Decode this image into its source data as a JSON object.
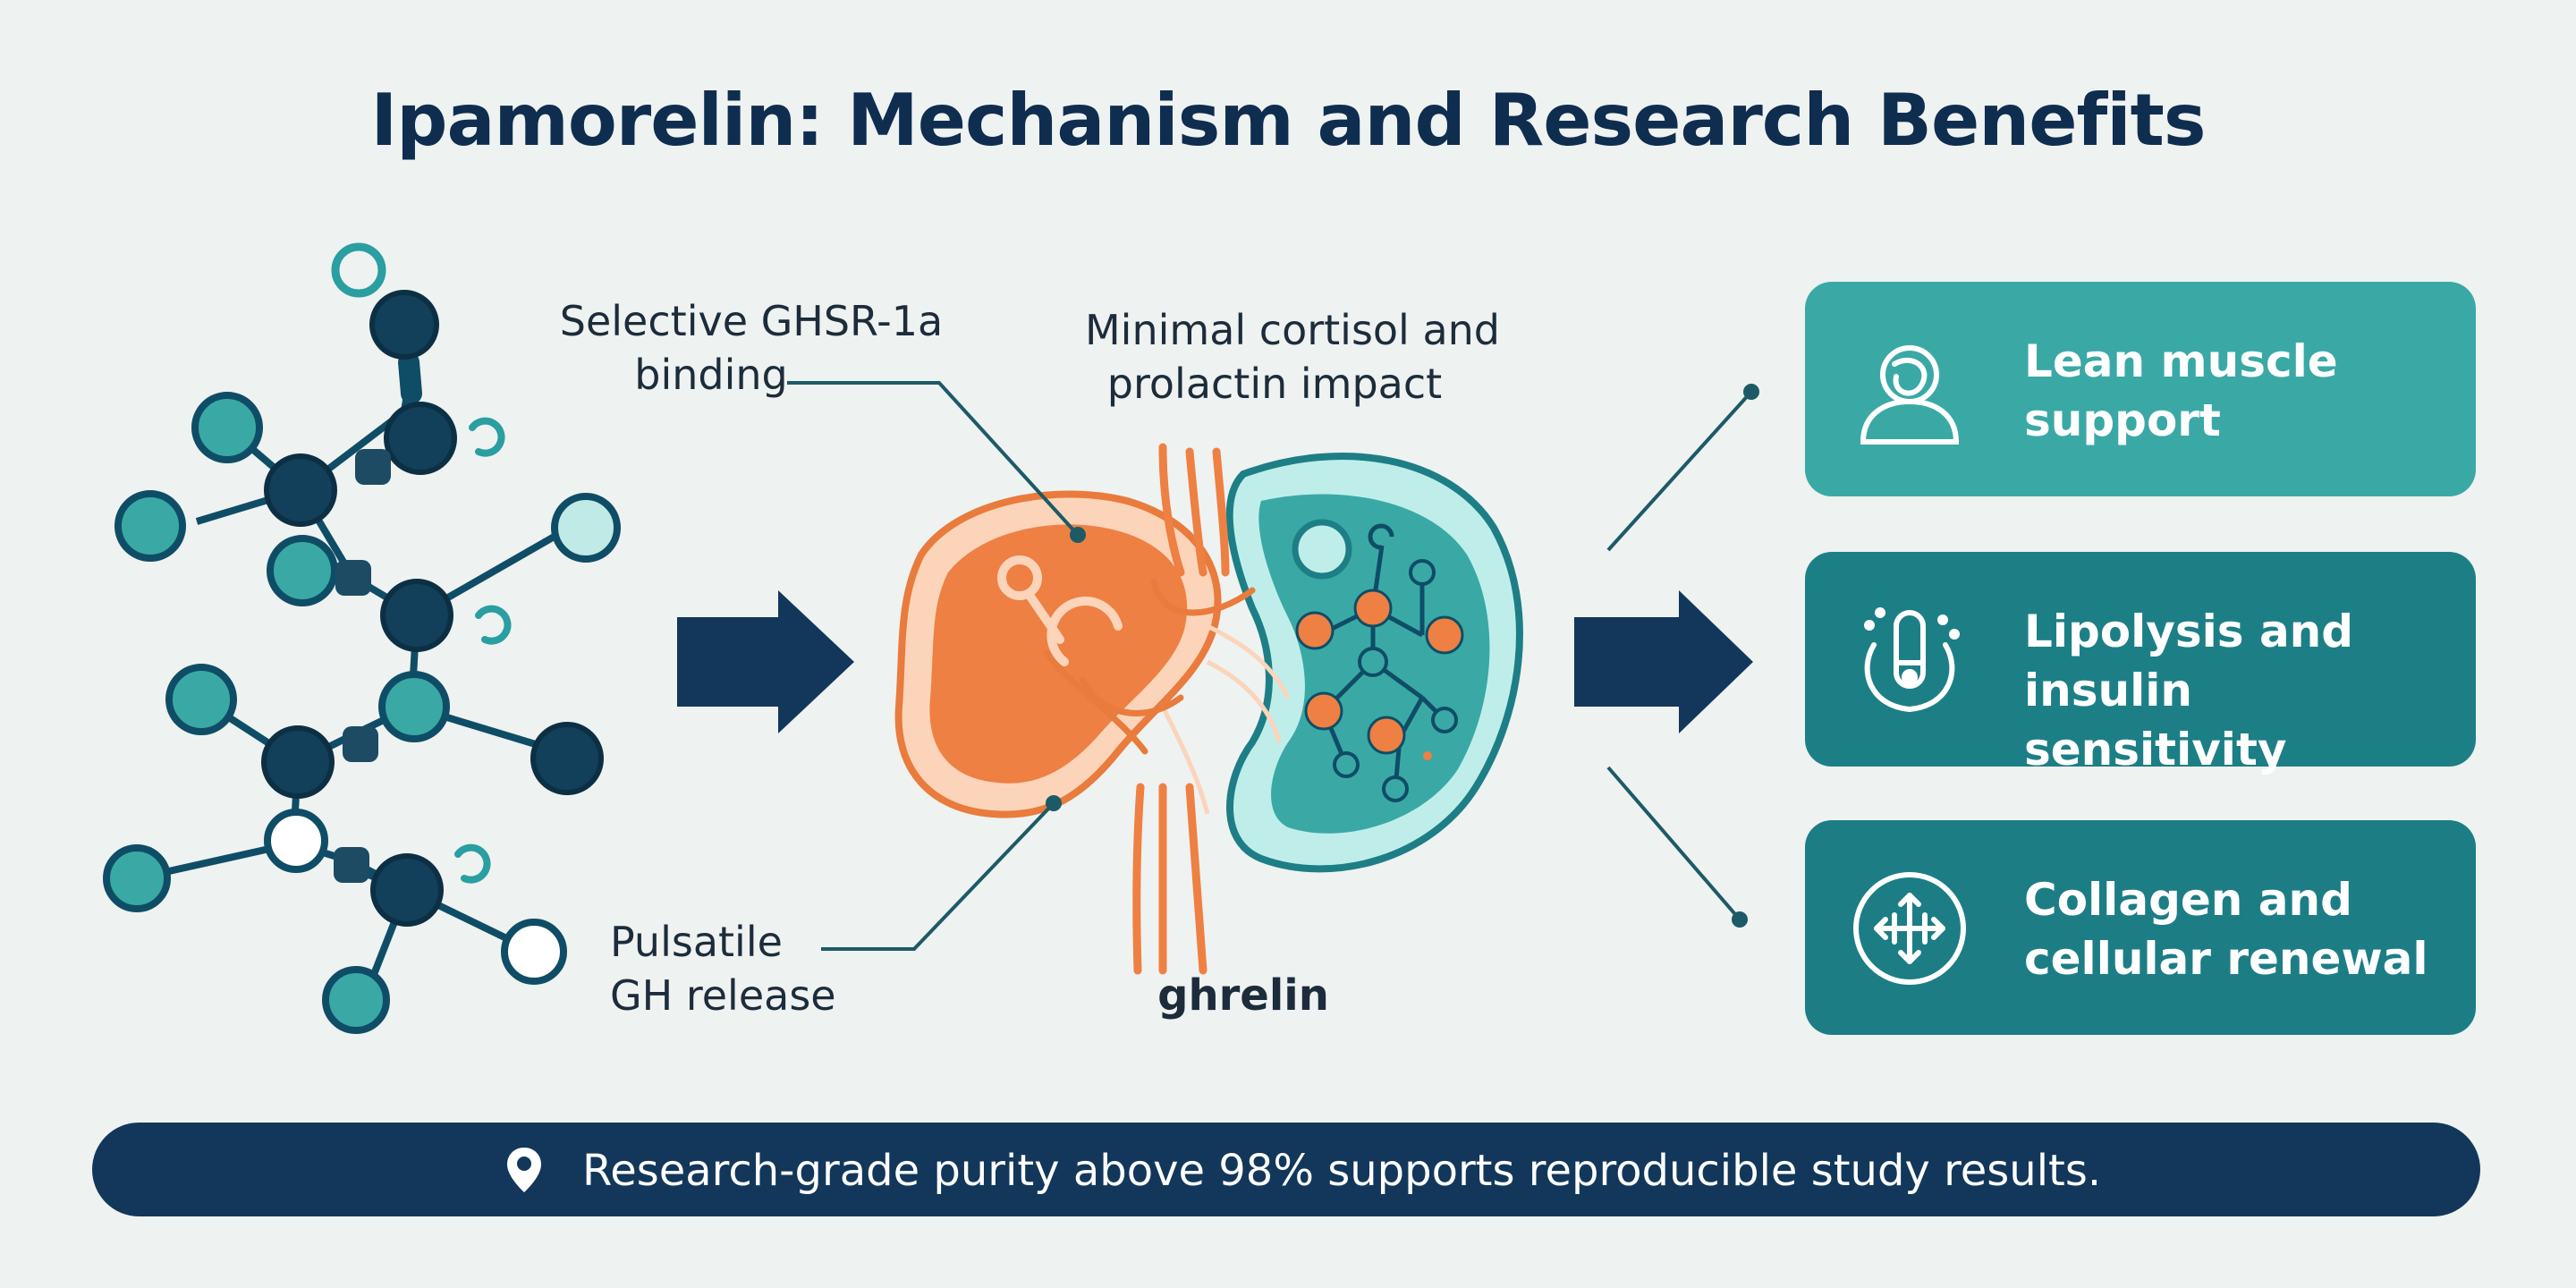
{
  "title": "Ipamorelin: Mechanism and Research Benefits",
  "callouts": {
    "binding": [
      "Selective GHSR-1a",
      "binding"
    ],
    "cortisol": [
      "Minimal cortisol and",
      "prolactin impact"
    ],
    "pulsatile": [
      "Pulsatile",
      "GH release"
    ]
  },
  "organ_label": "ghrelin",
  "benefits": [
    {
      "lines": [
        "Lean muscle",
        "support"
      ],
      "icon": "person-icon",
      "color": "#3aa9a6"
    },
    {
      "lines": [
        "Lipolysis and",
        "insulin sensitivity"
      ],
      "icon": "capsule-icon",
      "color": "#1d7f86"
    },
    {
      "lines": [
        "Collagen and",
        "cellular renewal"
      ],
      "icon": "cell-expansion-icon",
      "color": "#1c7d85"
    }
  ],
  "footer": {
    "icon": "location-pin-icon",
    "text": "Research-grade purity above 98% supports reproducible study results."
  },
  "colors": {
    "navy": "#12375a",
    "teal": "#3aa9a6",
    "dark_teal": "#1d7f86",
    "orange": "#ee8043",
    "background": "#eef2f1"
  }
}
